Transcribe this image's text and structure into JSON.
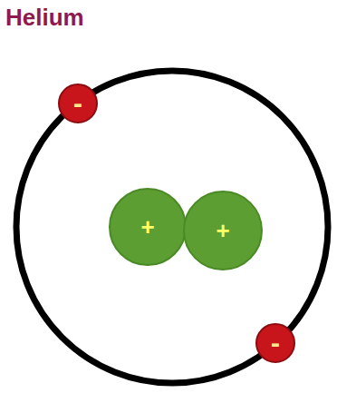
{
  "diagram": {
    "title": "Helium",
    "nodes": [
      {
        "text": [
          "-"
        ]
      },
      {
        "text": [
          "+"
        ]
      },
      {
        "text": [
          "+"
        ]
      },
      {
        "text": [
          "-"
        ]
      }
    ]
  }
}
